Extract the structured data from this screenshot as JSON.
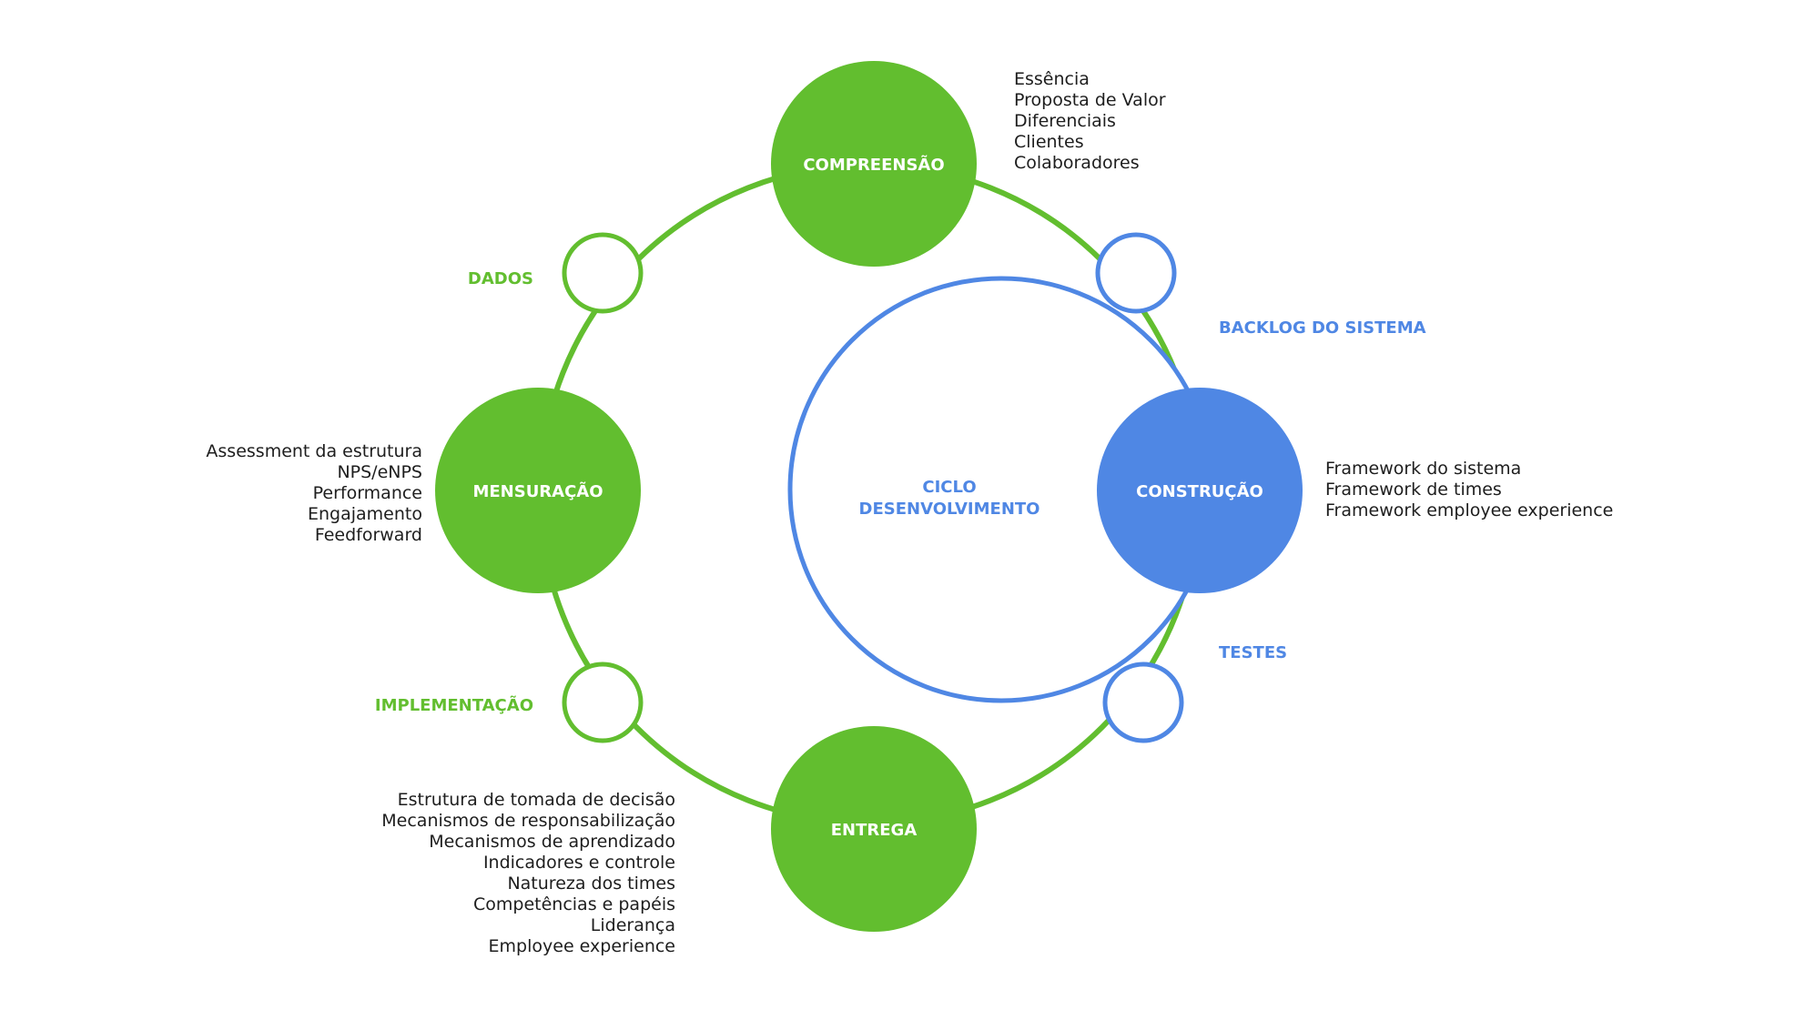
{
  "colors": {
    "green": "#62BE2F",
    "blue": "#4F87E4",
    "text": "#1e1e1e",
    "white": "#ffffff"
  },
  "nodes": {
    "compreensao": "COMPREENSÃO",
    "construcao": "CONSTRUÇÃO",
    "entrega": "ENTREGA",
    "mensuracao": "MENSURAÇÃO"
  },
  "center": {
    "line1": "CICLO",
    "line2": "DESENVOLVIMENTO"
  },
  "connectors": {
    "dados": "DADOS",
    "backlog": "BACKLOG DO SISTEMA",
    "testes": "TESTES",
    "implementacao": "IMPLEMENTAÇÃO"
  },
  "lists": {
    "compreensao": [
      "Essência",
      "Proposta de Valor",
      "Diferenciais",
      "Clientes",
      "Colaboradores"
    ],
    "construcao": [
      "Framework do sistema",
      "Framework de times",
      "Framework employee experience"
    ],
    "mensuracao": [
      "Assessment da estrutura",
      "NPS/eNPS",
      "Performance",
      "Engajamento",
      "Feedforward"
    ],
    "entrega": [
      "Estrutura de tomada de decisão",
      "Mecanismos de responsabilização",
      "Mecanismos de aprendizado",
      "Indicadores e controle",
      "Natureza dos times",
      "Competências e papéis",
      "Liderança",
      "Employee experience"
    ]
  }
}
